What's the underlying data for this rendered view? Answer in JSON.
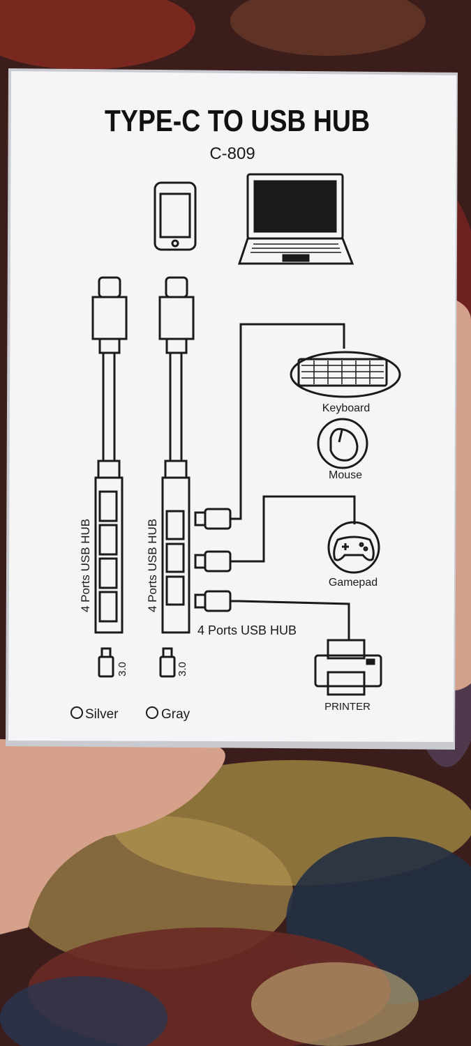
{
  "box": {
    "title": "TYPE-C TO USB HUB",
    "model": "C-809",
    "hub_label_left": "4 Ports USB HUB",
    "hub_label_right": "4 Ports USB HUB",
    "hub_label_bottom": "4 Ports USB HUB",
    "usb_version_left": "3.0",
    "usb_version_right": "3.0",
    "devices": {
      "keyboard": "Keyboard",
      "mouse": "Mouse",
      "gamepad": "Gamepad",
      "printer": "PRINTER"
    },
    "color_options": {
      "silver": "Silver",
      "gray": "Gray"
    }
  },
  "colors": {
    "box_white": "#f4f5f7",
    "ink": "#1a1a1a",
    "carpet_red": "#7a1d1c",
    "carpet_gold": "#b08a3e",
    "carpet_navy": "#1f2433",
    "skin": "#d8a48e"
  },
  "icons": [
    "phone-icon",
    "laptop-icon",
    "usb-c-connector-icon",
    "usb-a-connector-icon",
    "keyboard-icon",
    "mouse-icon",
    "gamepad-icon",
    "printer-icon",
    "usb-drive-icon"
  ]
}
